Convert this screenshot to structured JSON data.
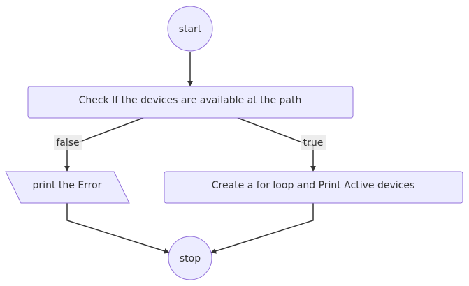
{
  "diagram": {
    "nodes": {
      "start": {
        "label": "start"
      },
      "check": {
        "label": "Check If the devices are available at the path"
      },
      "print_error": {
        "label": "print the Error"
      },
      "loop": {
        "label": "Create a for loop and Print Active devices"
      },
      "stop": {
        "label": "stop"
      }
    },
    "edges": {
      "false_label": "false",
      "true_label": "true"
    },
    "colors": {
      "node_fill": "#ECECFF",
      "node_stroke": "#9370DB",
      "edge": "#333333",
      "label_bg": "#e8e8e8"
    }
  }
}
